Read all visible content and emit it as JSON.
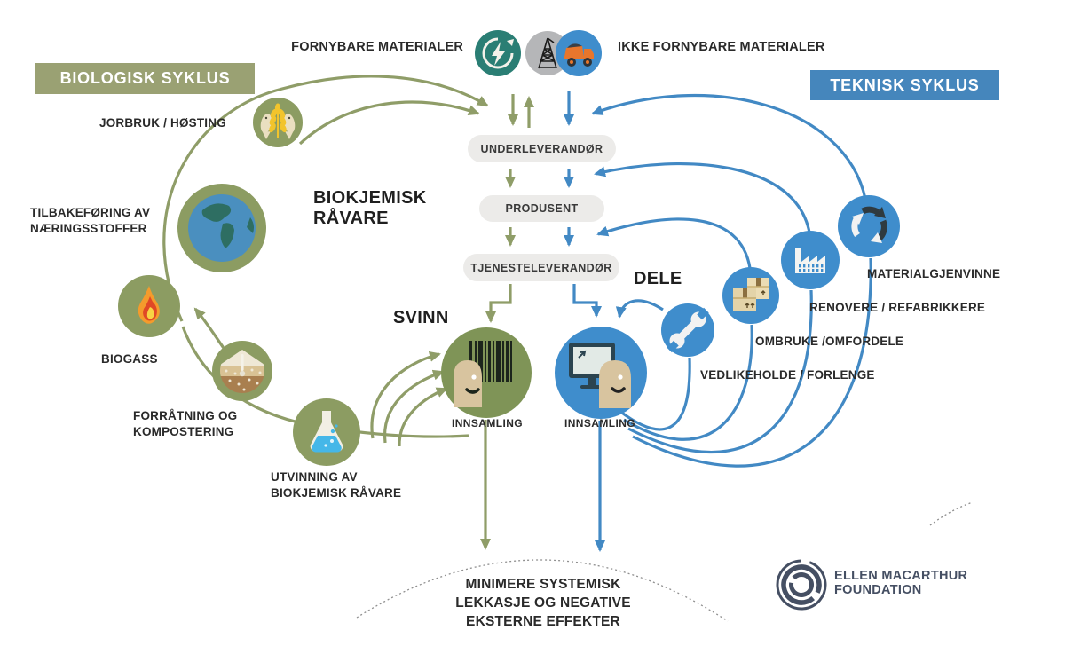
{
  "top_bar": {
    "renewable_label": "FORNYBARE MATERIALER",
    "non_renewable_label": "IKKE FORNYBARE MATERIALER",
    "icons": [
      "renewable-energy",
      "oil-derrick",
      "mining-truck"
    ]
  },
  "cycles": {
    "biological_title": "BIOLOGISK SYKLUS",
    "technical_title": "TEKNISK SYKLUS"
  },
  "chain": {
    "supplier": "UNDERLEVERANDØR",
    "producer": "PRODUSENT",
    "service_provider": "TJENESTELEVERANDØR"
  },
  "biological": {
    "farming": "JORBRUK / HØSTING",
    "nutrients": "TILBAKEFØRING AV\nNÆRINGSSTOFFER",
    "feedstock": "BIOKJEMISK\nRÅVARE",
    "biogas": "BIOGASS",
    "composting": "FORRÅTNING OG\nKOMPOSTERING",
    "extraction": "UTVINNING AV\nBIOKJEMISK RÅVARE",
    "loss": "SVINN",
    "collection": "INNSAMLING"
  },
  "technical": {
    "share": "DELE",
    "recycle": "MATERIALGJENVINNE",
    "refurbish": "RENOVERE / REFABRIKKERE",
    "reuse": "OMBRUKE /OMFORDELE",
    "maintain": "VEDLIKEHOLDE / FORLENGE",
    "collection": "INNSAMLING"
  },
  "bottom": {
    "leakage": "MINIMERE SYSTEMISK\nLEKKASJE OG NEGATIVE\nEKSTERNE EFFEKTER"
  },
  "footer": {
    "logo_text": "ELLEN MACARTHUR\nFOUNDATION"
  },
  "colors": {
    "biological_green": "#8f9d68",
    "biological_circle": "#8c9c62",
    "consumer_green": "#7f9457",
    "technical_blue": "#4289c4",
    "circle_blue": "#3f8dcc",
    "teal": "#2a7e74",
    "gray": "#b5b6b8",
    "truck_orange": "#e8762c",
    "pill_bg": "#ecebe9",
    "text_dark": "#2a2a2a",
    "logo_navy": "#454f63"
  }
}
